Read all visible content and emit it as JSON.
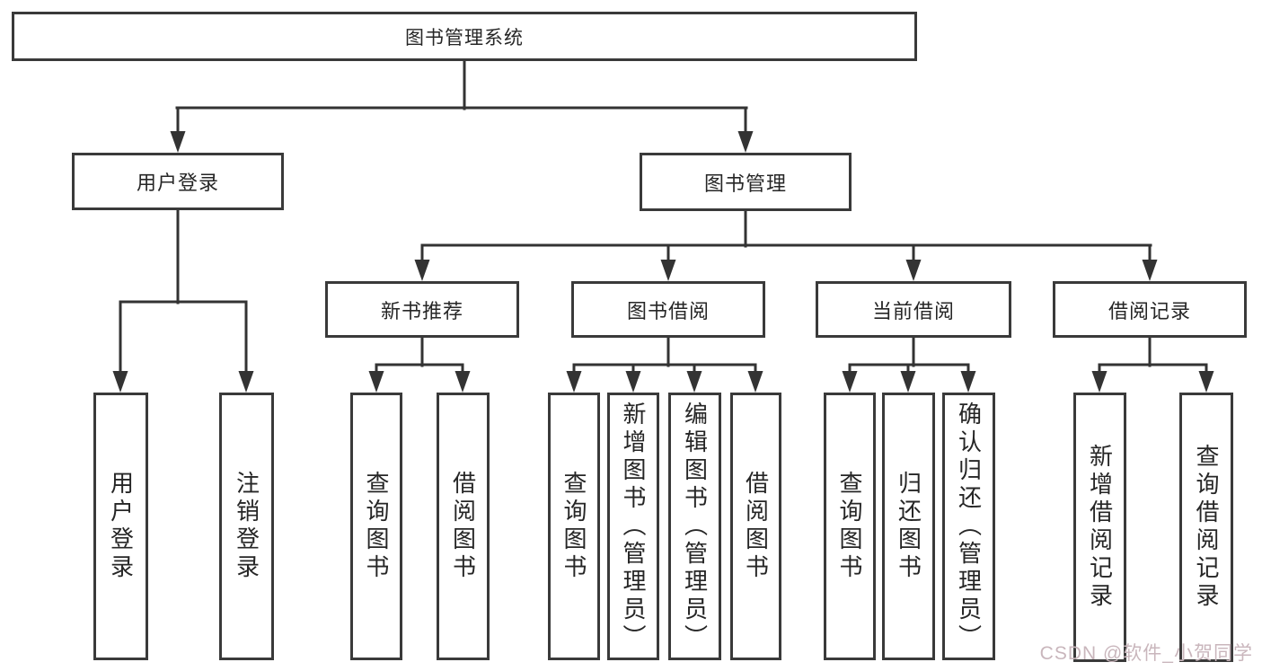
{
  "diagram": {
    "root": {
      "label": "图书管理系统"
    },
    "branches": [
      {
        "label": "用户登录",
        "children": [
          {
            "label": "用户登录"
          },
          {
            "label": "注销登录"
          }
        ]
      },
      {
        "label": "图书管理",
        "children": [
          {
            "label": "新书推荐",
            "children": [
              {
                "label": "查询图书"
              },
              {
                "label": "借阅图书"
              }
            ]
          },
          {
            "label": "图书借阅",
            "children": [
              {
                "label": "查询图书"
              },
              {
                "label": "新增图书（管理员）"
              },
              {
                "label": "编辑图书（管理员）"
              },
              {
                "label": "借阅图书"
              }
            ]
          },
          {
            "label": "当前借阅",
            "children": [
              {
                "label": "查询图书"
              },
              {
                "label": "归还图书"
              },
              {
                "label": "确认归还（管理员）"
              }
            ]
          },
          {
            "label": "借阅记录",
            "children": [
              {
                "label": "新增借阅记录"
              },
              {
                "label": "查询借阅记录"
              }
            ]
          }
        ]
      }
    ]
  },
  "watermark": {
    "text": "CSDN @软件_小贺同学"
  },
  "colors": {
    "line": "#333333",
    "border": "#3a3a3a",
    "text": "#262626",
    "watermark": "#c9b6bc",
    "background": "#ffffff"
  }
}
